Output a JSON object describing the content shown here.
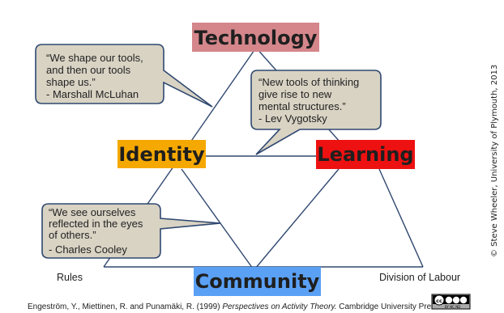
{
  "nodes": {
    "technology": {
      "label": "Technology",
      "color": "#d4868a"
    },
    "identity": {
      "label": "Identity",
      "color": "#f5a800"
    },
    "learning": {
      "label": "Learning",
      "color": "#ee1111"
    },
    "community": {
      "label": "Community",
      "color": "#5aa0f5"
    }
  },
  "quotes": {
    "mcluhan": {
      "lines": [
        "“We shape our tools,",
        "and then our tools",
        "shape us.”",
        "- Marshall McLuhan"
      ]
    },
    "vygotsky": {
      "lines": [
        "“New tools of thinking",
        "give rise to new",
        "mental structures.”",
        "- Lev Vygotsky"
      ]
    },
    "cooley": {
      "lines": [
        "“We see ourselves",
        "reflected in the eyes",
        "of others.”",
        "- Charles Cooley"
      ]
    }
  },
  "labels": {
    "rules": "Rules",
    "division_of_labour": "Division of Labour"
  },
  "citation": {
    "before": "Engeström, Y., Miettinen, R. and Punamäki, R. (1999) ",
    "title": "Perspectives on Activity Theory.",
    "after": " Cambridge University Press."
  },
  "credit": "© Steve Wheeler, University of Plymouth, 2013",
  "license": {
    "badge": "cc",
    "sub": "BY   NC   ND"
  },
  "colors": {
    "bubble_fill": "#d9d3c4",
    "bubble_stroke": "#2f4870",
    "triangle_stroke": "#2f4870"
  }
}
